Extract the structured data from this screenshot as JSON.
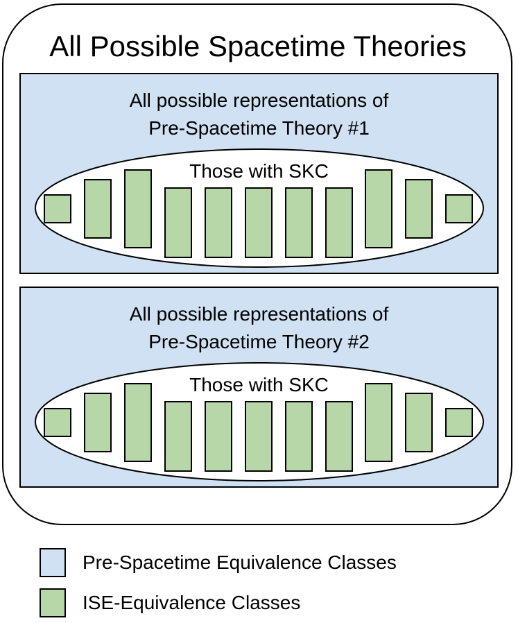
{
  "title": "All Possible Spacetime Theories",
  "colors": {
    "panel_fill": "#cfe1f2",
    "block_fill": "#b7d7a8",
    "outline": "#000000",
    "ellipse_fill": "#ffffff"
  },
  "panels": [
    {
      "title_line1": "All possible representations of",
      "title_line2": "Pre-Spacetime Theory #1",
      "ellipse_label": "Those with SKC",
      "block_count": 11
    },
    {
      "title_line1": "All possible representations of",
      "title_line2": "Pre-Spacetime Theory #2",
      "ellipse_label": "Those with SKC",
      "block_count": 11
    }
  ],
  "legend": [
    {
      "label": "Pre-Spacetime Equivalence Classes",
      "color": "#cfe1f2"
    },
    {
      "label": "ISE-Equivalence Classes",
      "color": "#b7d7a8"
    }
  ]
}
